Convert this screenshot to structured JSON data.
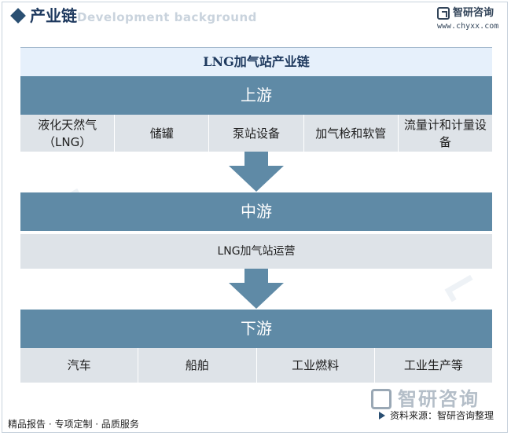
{
  "header": {
    "title": "产业链",
    "bg_text": "Development background",
    "brand_name": "智研咨询",
    "brand_url": "www.chyxx.com"
  },
  "diagram": {
    "title": "LNG加气站产业链",
    "upstream": {
      "label": "上游",
      "items": [
        "液化天然气（LNG）",
        "储罐",
        "泵站设备",
        "加气枪和软管",
        "流量计和计量设备"
      ]
    },
    "midstream": {
      "label": "中游",
      "items": [
        "LNG加气站运营"
      ]
    },
    "downstream": {
      "label": "下游",
      "items": [
        "汽车",
        "船舶",
        "工业燃料",
        "工业生产等"
      ]
    },
    "colors": {
      "stage_bar": "#5f8aa6",
      "item_bg": "#dee3e8",
      "title_bg": "#e6f0fb",
      "arrow": "#5f8aa6"
    }
  },
  "footer": {
    "services": "精品报告 · 专项定制 · 品质服务",
    "brand_name": "智研咨询",
    "source": "资料来源：智研咨询整理"
  }
}
